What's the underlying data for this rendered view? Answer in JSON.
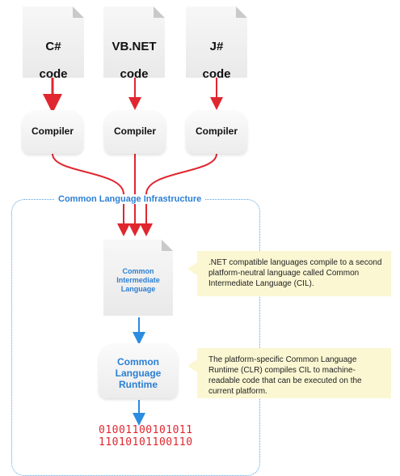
{
  "languages": [
    {
      "name": "C#",
      "suffix": "code"
    },
    {
      "name": "VB.NET",
      "suffix": "code"
    },
    {
      "name": "J#",
      "suffix": "code"
    }
  ],
  "compilers": [
    "Compiler",
    "Compiler",
    "Compiler"
  ],
  "cli": {
    "label": "Common Language Infrastructure"
  },
  "cil": {
    "text": "Common\nIntermediate\nLanguage"
  },
  "clr": {
    "text": "Common\nLanguage\nRuntime"
  },
  "notes": {
    "cil": ".NET compatible languages compile to a second platform-neutral language called Common Intermediate Language (CIL).",
    "clr": "The platform-specific Common Language Runtime (CLR) compiles CIL to machine-readable code that can be executed on the current platform."
  },
  "binary": [
    "01001100101011",
    "11010101100110"
  ],
  "colors": {
    "arrow_red": "#e0262f",
    "arrow_blue": "#2b8ce0",
    "accent_blue": "#2b7fd4",
    "note_bg": "#fbf7d3"
  }
}
